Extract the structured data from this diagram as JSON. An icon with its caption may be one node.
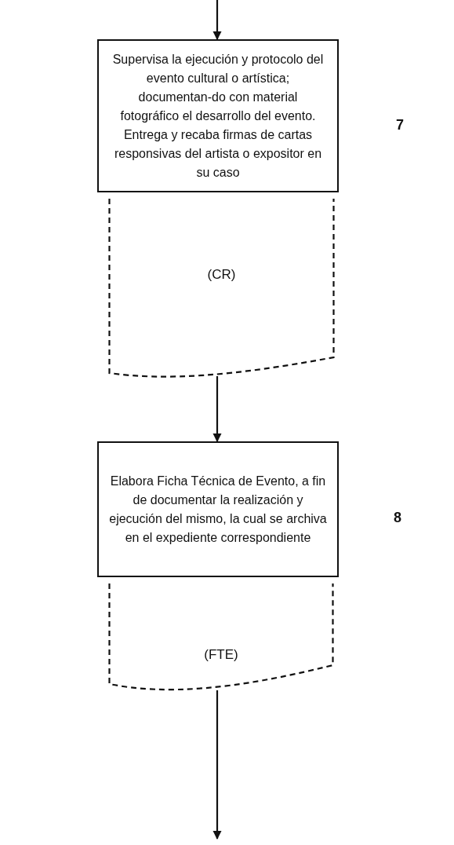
{
  "diagram": {
    "nodes": [
      {
        "text": [
          "Supervisa la ejecución y protocolo del evento cultural o artística; documentan-do con material fotográfico el desarrollo del evento. Entrega y recaba firmas de cartas responsivas del artista o expositor en su caso"
        ]
      },
      {
        "text": [
          "(CR)"
        ]
      },
      {
        "text": [
          "Elabora Ficha Técnica de Evento, a fin de documentar la realización y ejecución del mismo, la cual se archiva en el expediente correspondiente"
        ]
      },
      {
        "text": [
          "(FTE)"
        ]
      }
    ],
    "edges": [
      {
        "from": null,
        "to": 0,
        "arrow": "to"
      },
      {
        "from": 1,
        "to": 2,
        "arrow": "to"
      },
      {
        "from": 3,
        "to": null,
        "arrow": "to"
      }
    ],
    "labels": [
      "7",
      "8"
    ]
  }
}
